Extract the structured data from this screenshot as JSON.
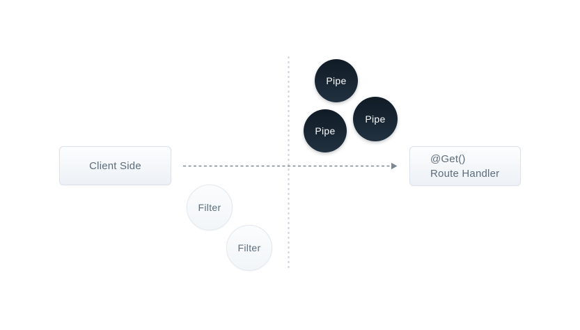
{
  "diagram": {
    "nodes": {
      "client": {
        "label": "Client Side"
      },
      "route_handler": {
        "decorator": "@Get()",
        "label": "Route Handler"
      },
      "pipes": [
        "Pipe",
        "Pipe",
        "Pipe"
      ],
      "filters": [
        "Filter",
        "Filter"
      ]
    },
    "colors": {
      "background": "#ffffff",
      "pipe_fill_top": "#101b25",
      "pipe_fill_bottom": "#213140",
      "pipe_text": "#fafbfc",
      "filter_fill": "#f7fafc",
      "filter_border": "#e2e8ee",
      "node_fill": "#f2f5f8",
      "node_border": "#dbe2ea",
      "node_text": "#5d6c7b",
      "arrow": "#7d8893",
      "divider": "#ccd3da"
    }
  }
}
